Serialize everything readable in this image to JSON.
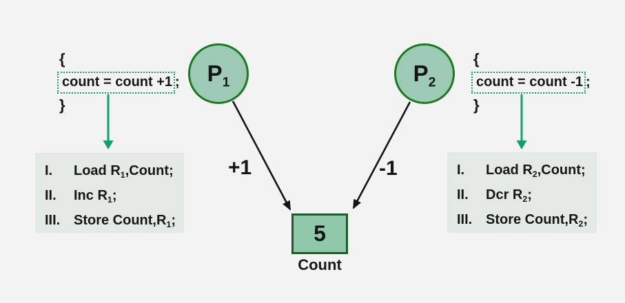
{
  "colors": {
    "background": "#f2f3f2",
    "node_fill": "#9dcab4",
    "node_border": "#1b7a1f",
    "count_box_fill": "#90c8ac",
    "count_box_border": "#1d5c26",
    "panel_fill": "#e3eae5",
    "accent_green": "#12a06a",
    "arrow_black": "#141414",
    "text": "#161616"
  },
  "left_code": {
    "open_brace": "{",
    "statement": "count = count +1",
    "semicolon": ";",
    "close_brace": "}"
  },
  "right_code": {
    "open_brace": "{",
    "statement": "count = count -1",
    "semicolon": ";",
    "close_brace": "}"
  },
  "left_instructions": {
    "items": [
      {
        "num": "I.",
        "pre": "Load R",
        "sub": "1",
        "post": ",Count;"
      },
      {
        "num": "II.",
        "pre": "Inc R",
        "sub": "1",
        "post": ";"
      },
      {
        "num": "III.",
        "pre": "Store Count,R",
        "sub": "1",
        "post": ";"
      }
    ]
  },
  "right_instructions": {
    "items": [
      {
        "num": "I.",
        "pre": "Load R",
        "sub": "2",
        "post": ",Count;"
      },
      {
        "num": "II.",
        "pre": "Dcr R",
        "sub": "2",
        "post": ";"
      },
      {
        "num": "III.",
        "pre": "Store Count,R",
        "sub": "2",
        "post": ";"
      }
    ]
  },
  "process1": {
    "label": "P",
    "sub": "1"
  },
  "process2": {
    "label": "P",
    "sub": "2"
  },
  "edges": {
    "left_label": "+1",
    "right_label": "-1"
  },
  "count_box": {
    "value": "5",
    "label": "Count"
  }
}
